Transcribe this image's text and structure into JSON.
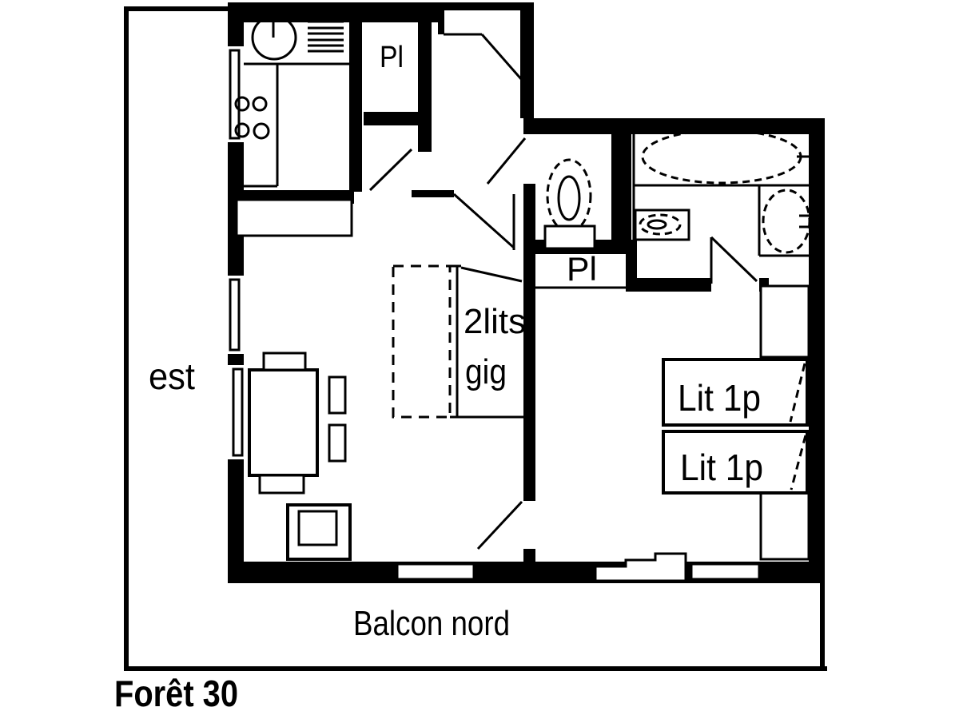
{
  "plan": {
    "title": "Forêt 30",
    "background": "#ffffff",
    "wall_color": "#000000",
    "labels": {
      "entry_closet": "Pl",
      "hall_closet": "Pl",
      "sofa_bed_line1": "2lits",
      "sofa_bed_line2": "gig",
      "bed1": "Lit 1p",
      "bed2": "Lit 1p",
      "balcony_east": "est",
      "balcony_north": "Balcon nord"
    },
    "furniture_icons": [
      "kitchen-sink-icon",
      "dish-drainer-icon",
      "stove-burners-icon",
      "bar-counter-icon",
      "dining-table-icon",
      "chair-icon",
      "armchair-icon",
      "sofa-bed-icon",
      "toilet-icon",
      "bathtub-icon",
      "washbasin-icon",
      "hand-sink-icon",
      "wardrobe-icon",
      "single-bed-icon",
      "sliding-door-icon",
      "window-icon",
      "door-swing-icon"
    ]
  }
}
